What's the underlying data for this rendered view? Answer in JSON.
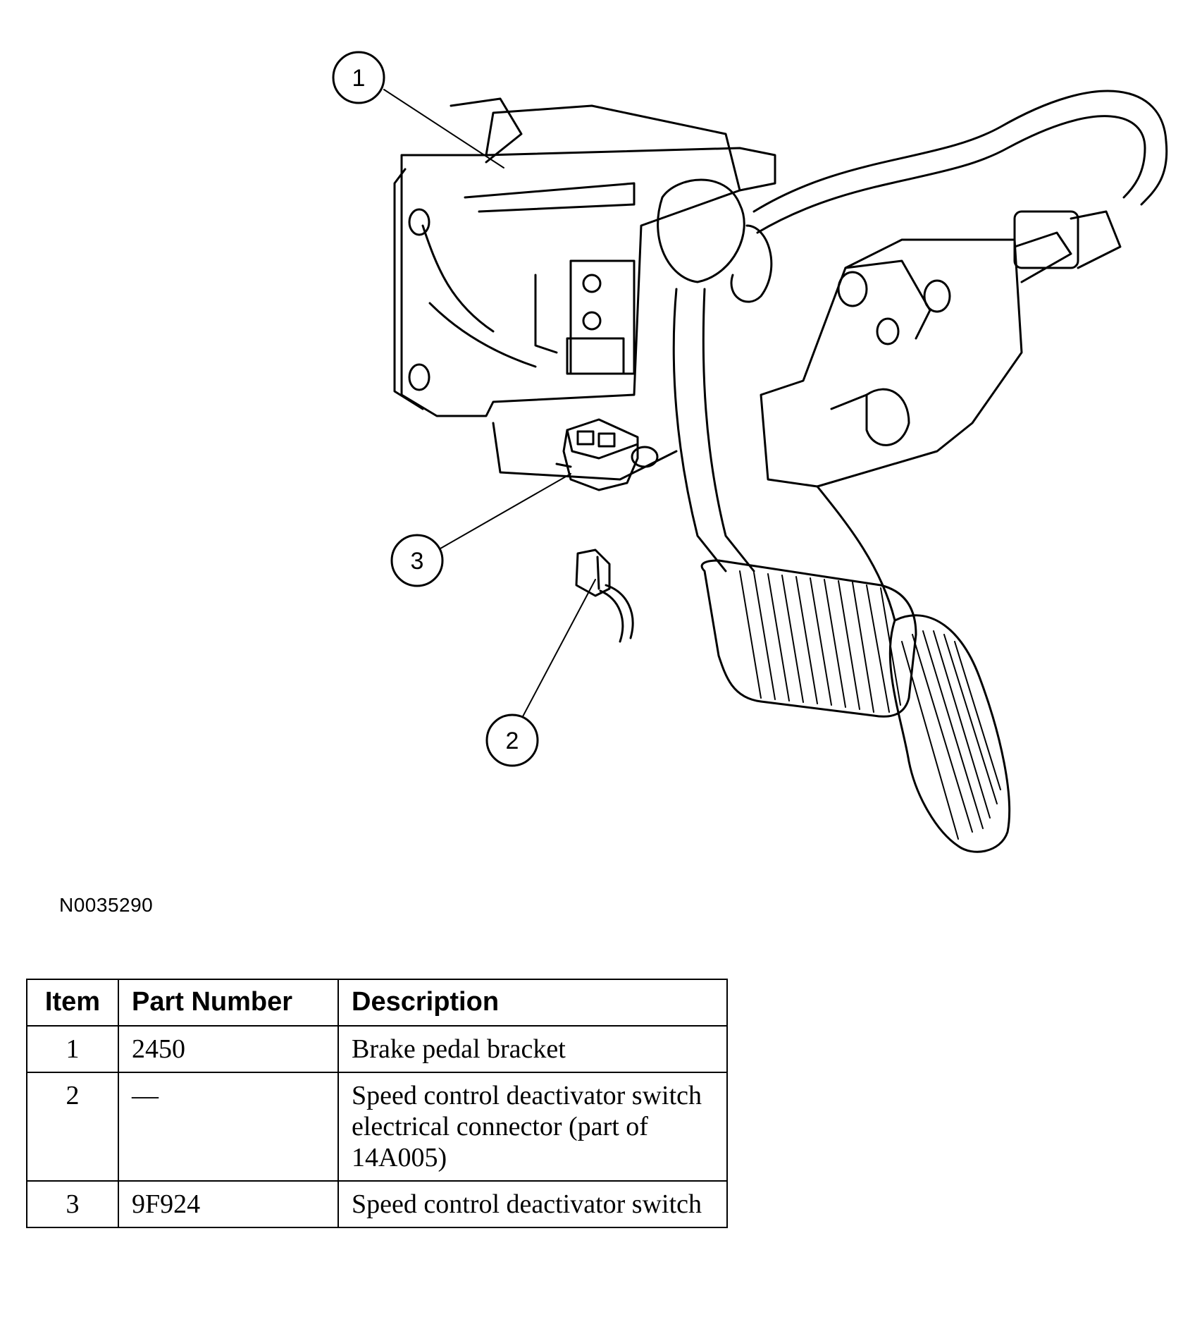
{
  "callouts": [
    {
      "num": "1",
      "label_ref": "Brake pedal bracket"
    },
    {
      "num": "2",
      "label_ref": "Speed control deactivator switch electrical connector"
    },
    {
      "num": "3",
      "label_ref": "Speed control deactivator switch"
    }
  ],
  "figure_id": "N0035290",
  "table": {
    "headers": {
      "item": "Item",
      "part_number": "Part Number",
      "description": "Description"
    },
    "rows": [
      {
        "item": "1",
        "part_number": "2450",
        "description": "Brake pedal bracket"
      },
      {
        "item": "2",
        "part_number": "—",
        "description": "Speed control deactivator switch electrical connector (part of 14A005)"
      },
      {
        "item": "3",
        "part_number": "9F924",
        "description": "Speed control deactivator switch"
      }
    ]
  }
}
